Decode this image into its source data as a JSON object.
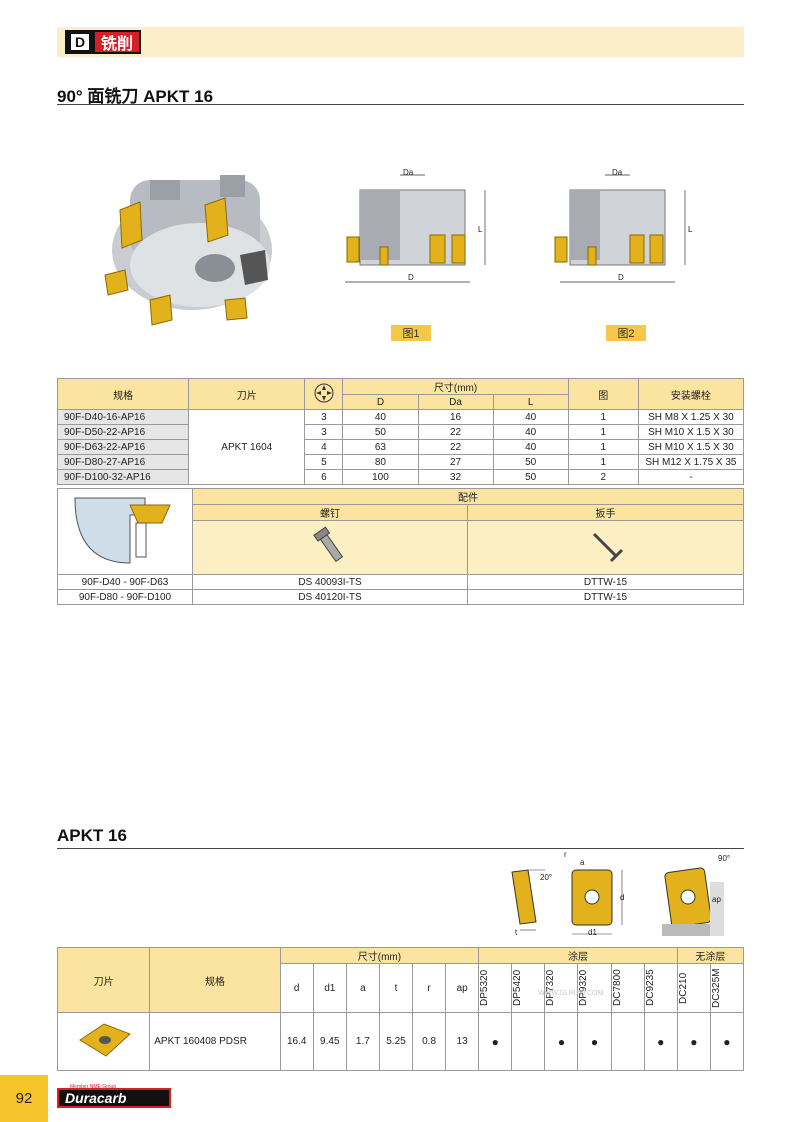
{
  "header": {
    "badge_letter": "D",
    "badge_text": "铣削"
  },
  "section1": {
    "title": "90° 面铣刀  APKT 16"
  },
  "figures": {
    "fig1": "图1",
    "fig2": "图2",
    "label_da": "Da",
    "label_d": "D",
    "label_l": "L"
  },
  "spec_table": {
    "headers": {
      "spec": "规格",
      "insert": "刀片",
      "dims": "尺寸(mm)",
      "fig": "图",
      "bolt": "安装螺栓",
      "D": "D",
      "Da": "Da",
      "L": "L"
    },
    "insert_name": "APKT 1604",
    "rows": [
      {
        "code": "90F-D40-16-AP16",
        "z": "3",
        "D": "40",
        "Da": "16",
        "L": "40",
        "fig": "1",
        "bolt": "SH M8 X 1.25 X 30"
      },
      {
        "code": "90F-D50-22-AP16",
        "z": "3",
        "D": "50",
        "Da": "22",
        "L": "40",
        "fig": "1",
        "bolt": "SH M10 X 1.5 X 30"
      },
      {
        "code": "90F-D63-22-AP16",
        "z": "4",
        "D": "63",
        "Da": "22",
        "L": "40",
        "fig": "1",
        "bolt": "SH M10 X 1.5 X 30"
      },
      {
        "code": "90F-D80-27-AP16",
        "z": "5",
        "D": "80",
        "Da": "27",
        "L": "50",
        "fig": "1",
        "bolt": "SH M12 X 1.75 X 35"
      },
      {
        "code": "90F-D100-32-AP16",
        "z": "6",
        "D": "100",
        "Da": "32",
        "L": "50",
        "fig": "2",
        "bolt": "-"
      }
    ]
  },
  "acc_table": {
    "headers": {
      "parts": "配件",
      "screw": "螺钉",
      "wrench": "扳手"
    },
    "rows": [
      {
        "range": "90F-D40 - 90F-D63",
        "screw": "DS 40093I-TS",
        "wrench": "DTTW-15"
      },
      {
        "range": "90F-D80 - 90F-D100",
        "screw": "DS 40120I-TS",
        "wrench": "DTTW-15"
      }
    ]
  },
  "section2": {
    "title": "APKT 16"
  },
  "insert_fig": {
    "angle20": "20°",
    "angle90": "90°",
    "t": "t",
    "f": "r",
    "a": "a",
    "d": "d",
    "d1": "d1",
    "ap": "ap"
  },
  "insert_table": {
    "headers": {
      "insert": "刀片",
      "spec": "规格",
      "dims": "尺寸(mm)",
      "coated": "涂层",
      "uncoated": "无涂层"
    },
    "dim_cols": [
      "d",
      "d1",
      "a",
      "t",
      "r",
      "ap"
    ],
    "grades_coated": [
      "DP5320",
      "DP5420",
      "DP7320",
      "DP9320",
      "DC7800",
      "DC9235"
    ],
    "grades_uncoated": [
      "DC210",
      "DC325M"
    ],
    "row": {
      "spec": "APKT 160408 PDSR",
      "dims": [
        "16.4",
        "9.45",
        "1.7",
        "5.25",
        "0.8",
        "13"
      ],
      "marks": [
        "●",
        "",
        "●",
        "●",
        "",
        "●",
        "●",
        "●"
      ]
    }
  },
  "watermark": "WWW.GLRUW.COM",
  "footer": {
    "page": "92",
    "logo": "Duracarb",
    "logo_sub": "Member NME Group"
  },
  "colors": {
    "banner": "#fbeec8",
    "header_fill": "#fbe4a0",
    "insert_gold": "#e2b11c",
    "page_tab": "#f7c52b"
  }
}
